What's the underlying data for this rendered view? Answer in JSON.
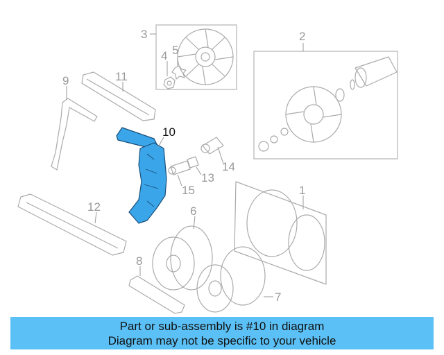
{
  "diagram": {
    "highlight_color": "#3aa5e8",
    "callouts": {
      "c1": "1",
      "c2": "2",
      "c3": "3",
      "c4": "4",
      "c5": "5",
      "c6": "6",
      "c7": "7",
      "c8": "8",
      "c9": "9",
      "c10": "10",
      "c11": "11",
      "c12": "12",
      "c13": "13",
      "c14": "14",
      "c15": "15"
    }
  },
  "banner": {
    "line1": "Part or sub-assembly is #10 in diagram",
    "line2": "Diagram may not be specific to your vehicle",
    "color": "#5bc0f5"
  }
}
